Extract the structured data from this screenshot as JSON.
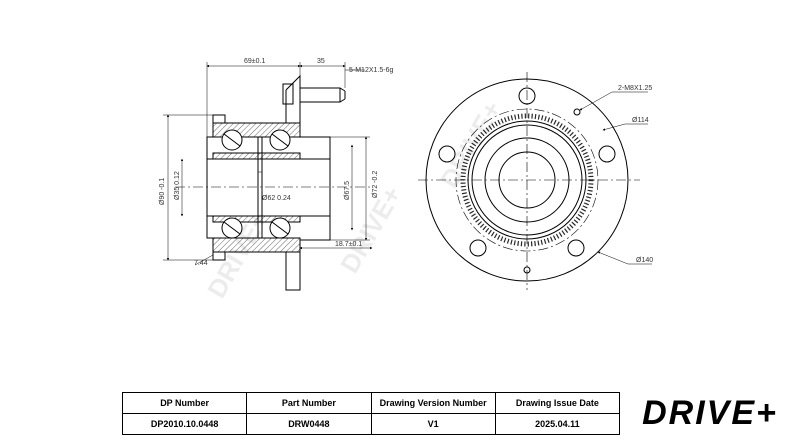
{
  "drawing": {
    "dimensions": {
      "width_69": "69±0.1",
      "width_35": "35",
      "stud_thread": "5-M12X1.5-6g",
      "dia_90": "Ø90 -0.1",
      "dia_35": "Ø35 0.12",
      "dia_62": "Ø62 0.24",
      "dia_67": "Ø67.5",
      "dia_72": "Ø72 -0.2",
      "len_18": "18.7±0.1",
      "chamfer": "7.44",
      "thread_m8": "2-M8X1.25",
      "dia_114": "Ø114",
      "dia_140": "Ø140"
    },
    "watermark": "DRIVE+"
  },
  "title_block": {
    "headers": [
      "DP Number",
      "Part Number",
      "Drawing Version Number",
      "Drawing Issue Date"
    ],
    "values": [
      "DP2010.10.0448",
      "DRW0448",
      "V1",
      "2025.04.11"
    ]
  },
  "logo": {
    "text": "DRIVE+"
  }
}
